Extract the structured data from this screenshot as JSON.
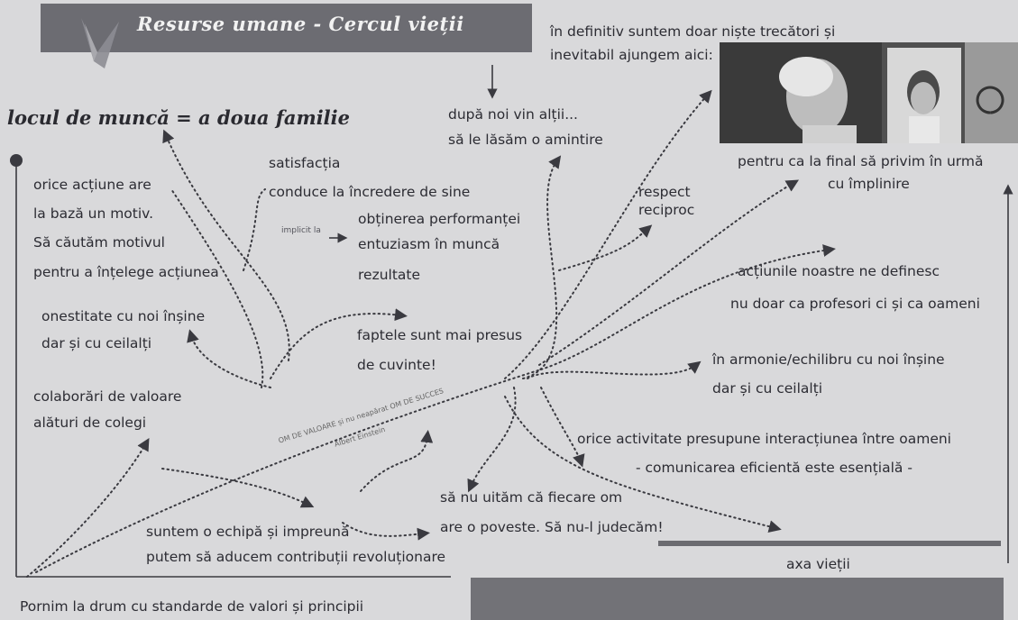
{
  "title": "Resurse umane - Cercul vieții",
  "headline": "locul de muncă = a doua familie",
  "top_text": {
    "line1": "în definitiv suntem doar niște trecători și",
    "line2": "inevitabil ajungem aici:"
  },
  "after_us": {
    "line1": "după noi vin alții...",
    "line2": "să le lăsăm o amintire"
  },
  "end_goal": {
    "line1": "pentru ca la final să privim în urmă",
    "line2": "cu împlinire"
  },
  "motive": {
    "line1": "orice acțiune are",
    "line2": "la bază un motiv.",
    "line3": "Să căutăm motivul",
    "line4": "pentru a înțelege acțiunea"
  },
  "satisfaction": {
    "line1": "satisfacția",
    "line2": "conduce la încredere de sine"
  },
  "implicit": {
    "label": "implicit la",
    "line1": "obținerea performanței",
    "line2": "entuziasm în muncă",
    "line3": "rezultate"
  },
  "respect": {
    "line1": "respect",
    "line2": "reciproc"
  },
  "actions_define": {
    "line1": "acțiunile noastre ne definesc",
    "line2": "nu doar ca profesori ci și ca oameni"
  },
  "honesty": {
    "line1": "onestitate cu noi înșine",
    "line2": "dar și cu ceilalți"
  },
  "facts": {
    "line1": "faptele sunt mai presus",
    "line2": "de cuvinte!"
  },
  "harmony": {
    "line1": "în armonie/echilibru cu noi înșine",
    "line2": "dar și cu ceilalți"
  },
  "collab": {
    "line1": "colaborări de valoare",
    "line2": "alături de colegi"
  },
  "quote": {
    "text": "OM DE VALOARE și nu neapărat OM DE SUCCES",
    "author": "Albert Einstein"
  },
  "interaction": {
    "line1": "orice activitate presupune interacțiunea între oameni",
    "line2": "- comunicarea eficientă este esențială -"
  },
  "story": {
    "line1": "să nu uităm că fiecare om",
    "line2": "are o poveste. Să nu-l judecăm!"
  },
  "team": {
    "line1": "suntem o echipă și impreună",
    "line2": "putem să aducem contribuții revoluționare"
  },
  "axis_label": "axa vieții",
  "start_text": "Pornim la drum cu standarde de valori și principii",
  "colors": {
    "title_bar": "#6c6c72",
    "background": "#d9d9db",
    "text": "#2c2c33",
    "dots": "#3a3a40"
  }
}
